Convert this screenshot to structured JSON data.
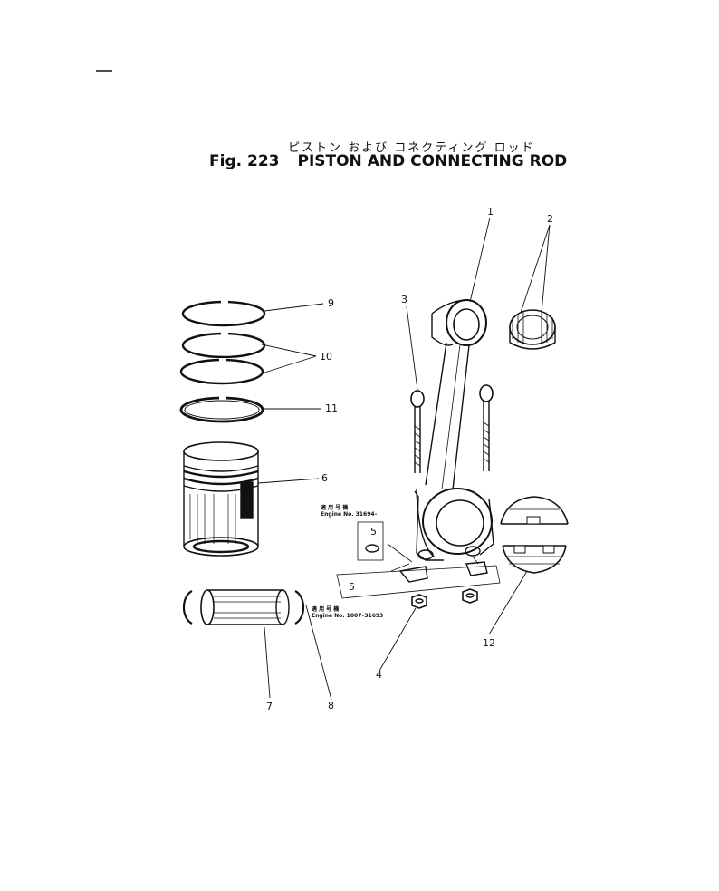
{
  "header": {
    "title_jp": "ピストン および コネクティング ロッド",
    "fig_label": "Fig. 223",
    "title": "PISTON AND CONNECTING ROD"
  },
  "callouts": {
    "c1": "1",
    "c2": "2",
    "c3": "3",
    "c4": "4",
    "c5a": "5",
    "c5b": "5",
    "c6": "6",
    "c7": "7",
    "c8": "8",
    "c9": "9",
    "c10": "10",
    "c11": "11",
    "c12": "12"
  },
  "notes": {
    "upper_jp": "適 用 号 機",
    "upper_en": "Engine No. 31694–",
    "lower_jp": "適 用 号 機",
    "lower_en": "Engine No. 1007–31693"
  }
}
